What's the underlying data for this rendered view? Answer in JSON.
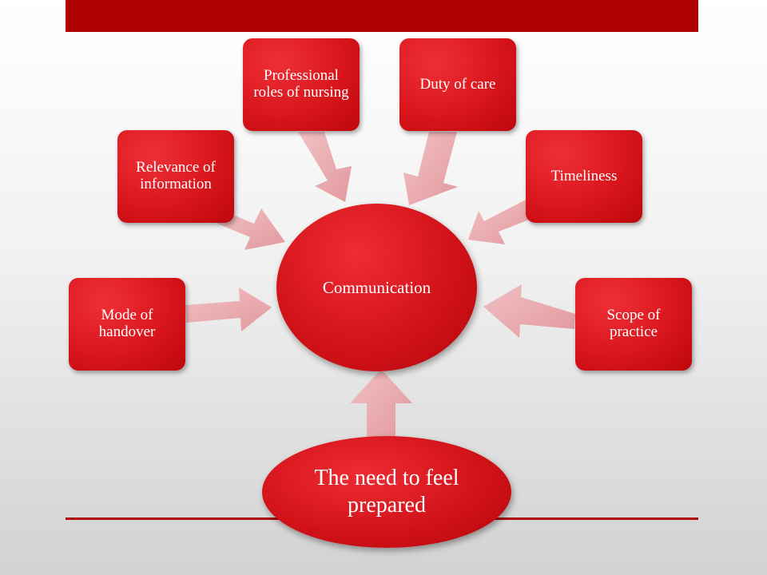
{
  "diagram": {
    "center": {
      "label": "Communication"
    },
    "nodes": [
      {
        "id": "mode-of-handover",
        "label": "Mode of handover"
      },
      {
        "id": "relevance-of-information",
        "label": "Relevance of information"
      },
      {
        "id": "professional-roles",
        "label": "Professional roles of nursing"
      },
      {
        "id": "duty-of-care",
        "label": "Duty of care"
      },
      {
        "id": "timeliness",
        "label": "Timeliness"
      },
      {
        "id": "scope-of-practice",
        "label": "Scope of practice"
      }
    ],
    "bottom": {
      "label": "The need to feel prepared"
    },
    "colors": {
      "node_fill": "#d8161c",
      "arrow_fill": "#e8a4a8",
      "accent_bar": "#ad0000",
      "text": "#ffffff"
    }
  }
}
